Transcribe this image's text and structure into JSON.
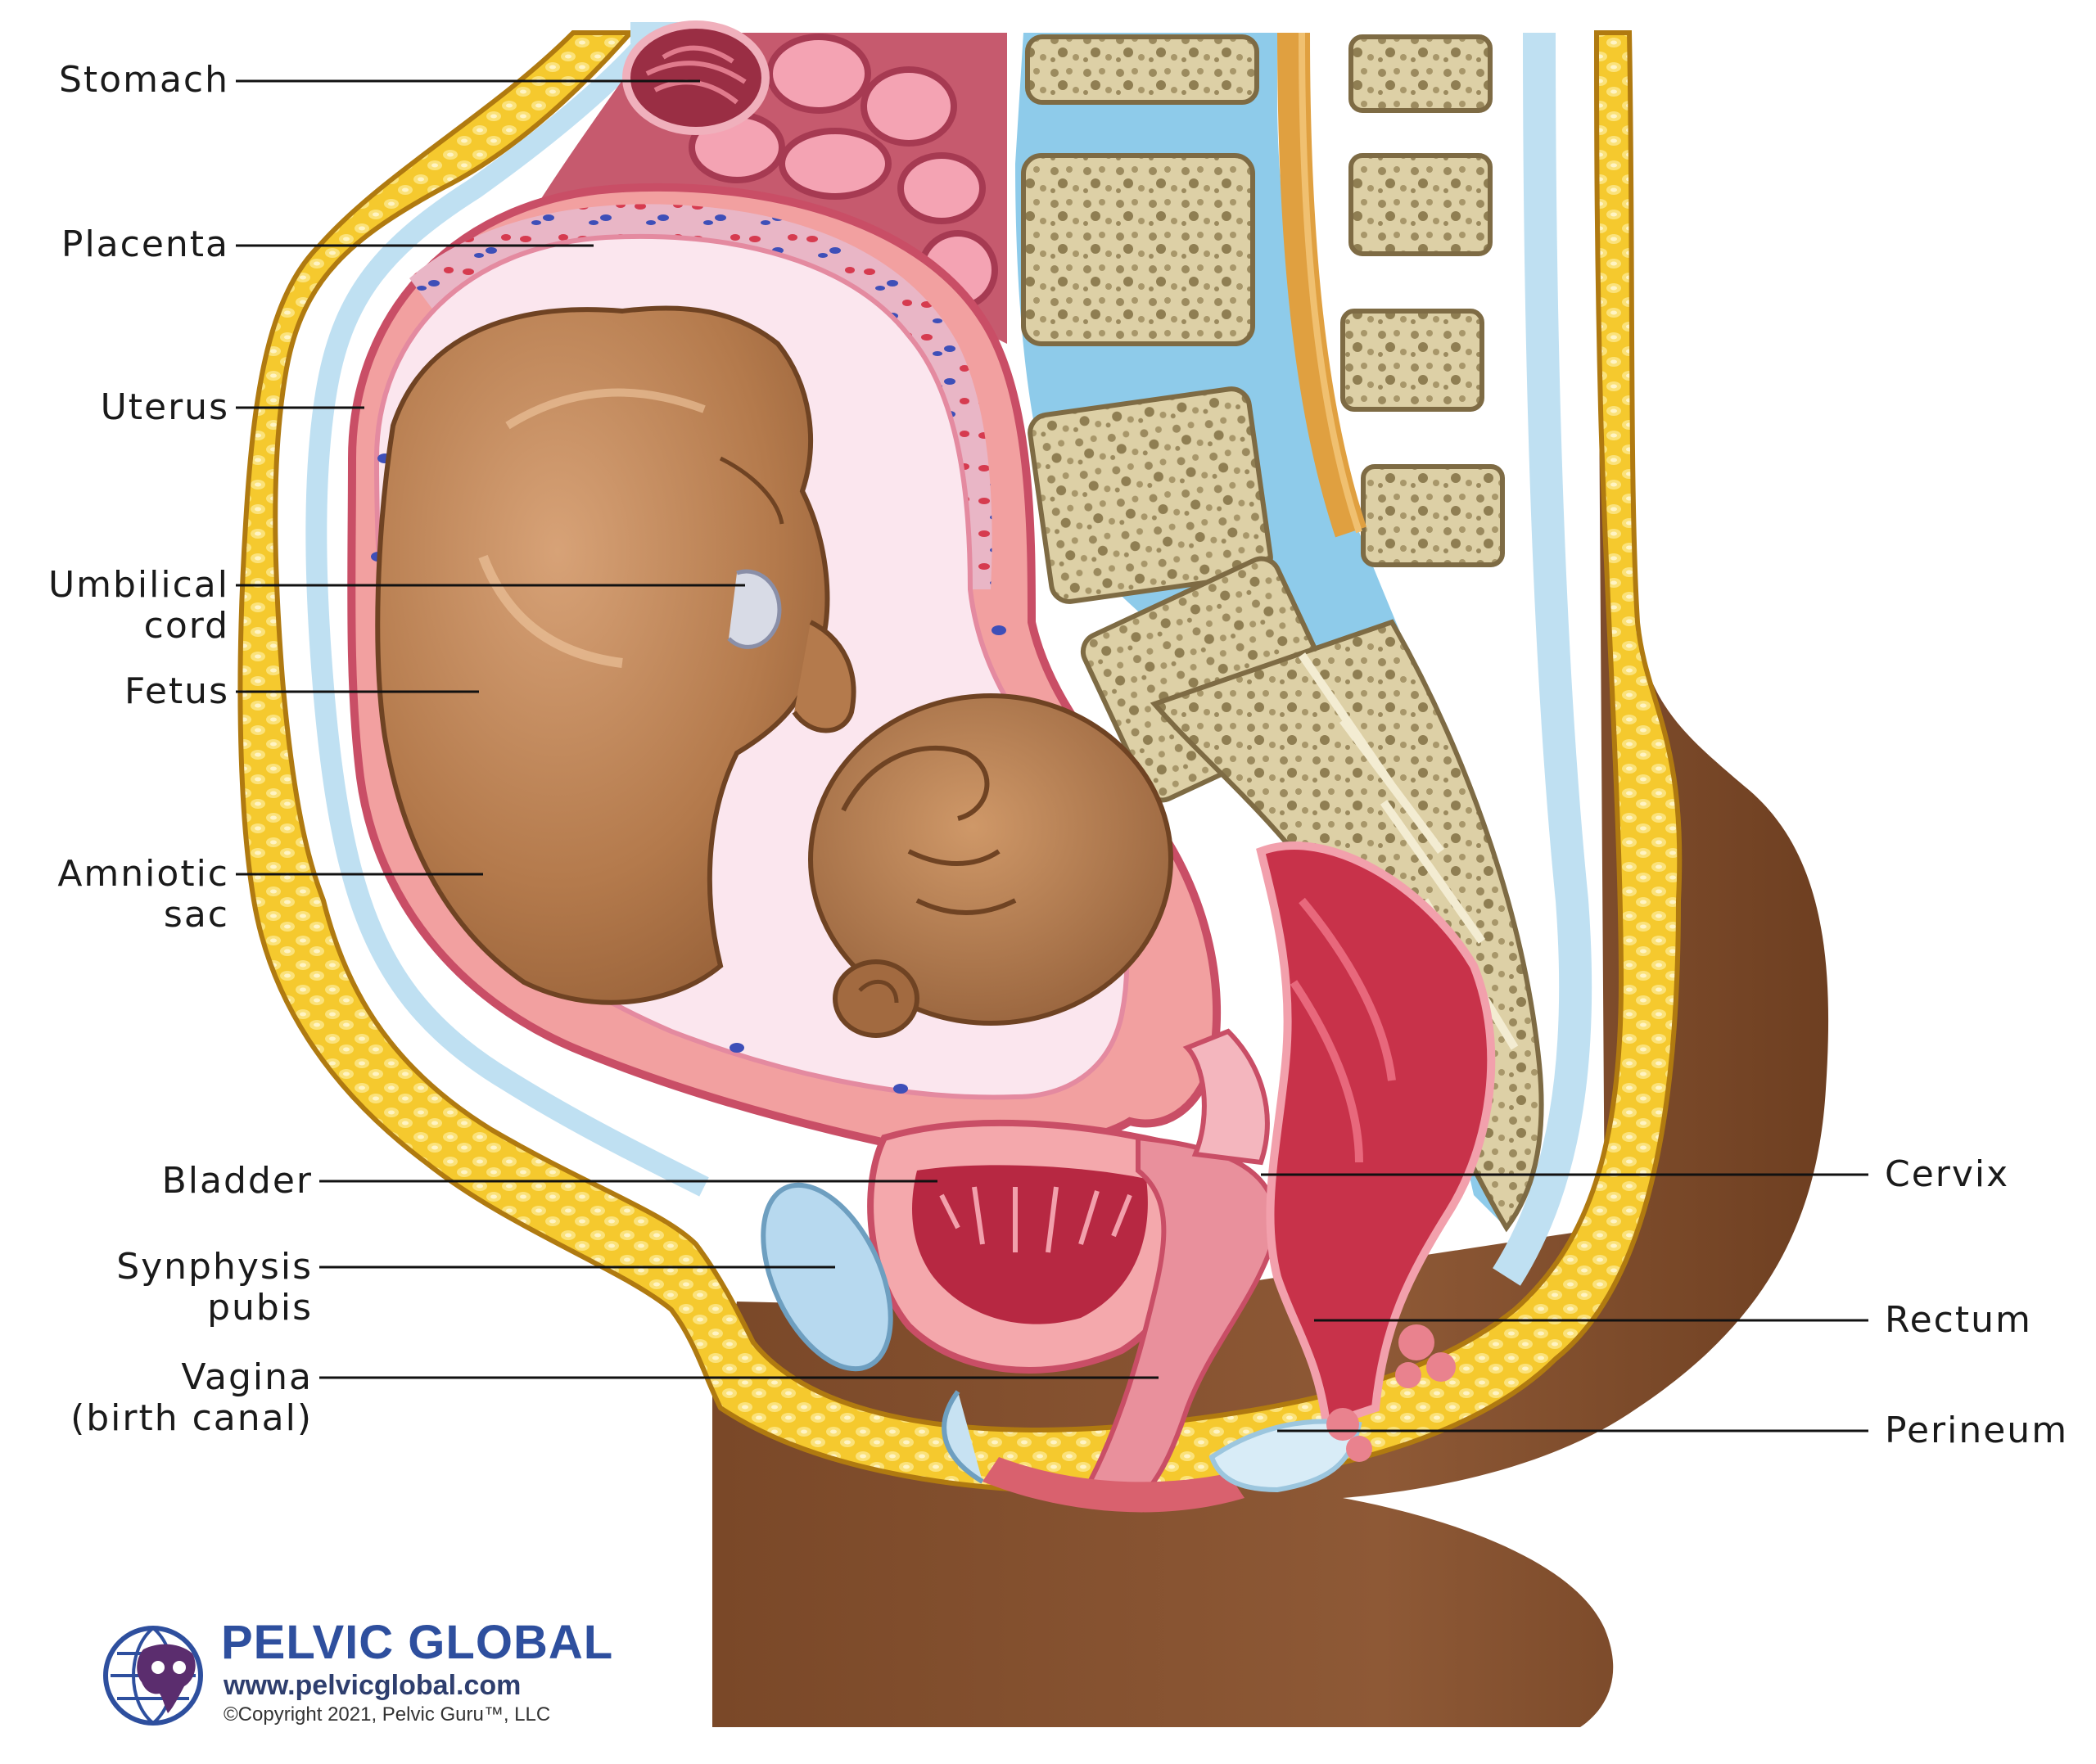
{
  "labels_left": [
    {
      "id": "stomach",
      "lines": [
        "Stomach"
      ]
    },
    {
      "id": "placenta",
      "lines": [
        "Placenta"
      ]
    },
    {
      "id": "uterus",
      "lines": [
        "Uterus"
      ]
    },
    {
      "id": "umbilical-cord",
      "lines": [
        "Umbilical",
        "cord"
      ]
    },
    {
      "id": "fetus",
      "lines": [
        "Fetus"
      ]
    },
    {
      "id": "amniotic-sac",
      "lines": [
        "Amniotic",
        "sac"
      ]
    },
    {
      "id": "bladder",
      "lines": [
        "Bladder"
      ]
    },
    {
      "id": "synphysis-pubis",
      "lines": [
        "Synphysis",
        "pubis"
      ]
    },
    {
      "id": "vagina",
      "lines": [
        "Vagina",
        "(birth canal)"
      ]
    }
  ],
  "labels_right": [
    {
      "id": "cervix",
      "lines": [
        "Cervix"
      ]
    },
    {
      "id": "rectum",
      "lines": [
        "Rectum"
      ]
    },
    {
      "id": "perineum",
      "lines": [
        "Perineum"
      ]
    }
  ],
  "logo": {
    "brand": "PELVIC GLOBAL",
    "url": "www.pelvicglobal.com",
    "copyright": "©Copyright 2021, Pelvic Guru™, LLC"
  },
  "colors": {
    "skin": "#8a5633",
    "skin_dark": "#6b3f22",
    "fat": "#f5c92e",
    "fat_dark": "#e0a416",
    "membrane": "#c6e4f4",
    "uterus_wall": "#f2a0a0",
    "uterus_dark": "#d9616e",
    "fetus": "#b47a4c",
    "fetus_light": "#cd9566",
    "bone": "#d9cba0",
    "bone_dark": "#8c7c53",
    "disc": "#8ecbea",
    "muscle": "#c8324a",
    "organ": "#b52d45",
    "brand": "#2e4f9e"
  }
}
